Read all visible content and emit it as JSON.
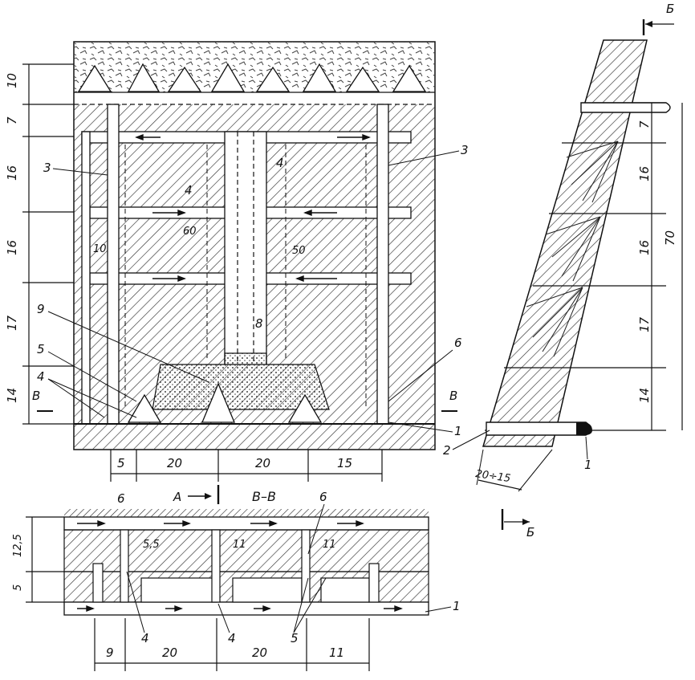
{
  "main_view": {
    "level_dims": [
      "10",
      "7",
      "16",
      "16",
      "17",
      "14"
    ],
    "bottom_dims": [
      "5",
      "20",
      "20",
      "15"
    ],
    "inner_dims": [
      "60",
      "10",
      "50"
    ],
    "callouts": [
      "3",
      "3",
      "4",
      "4",
      "9",
      "5",
      "4",
      "6",
      "1",
      "8"
    ],
    "section_mark_left": "В",
    "section_mark_right": "В",
    "section_arrow_label": "А"
  },
  "side_view": {
    "level_dims": [
      "7",
      "16",
      "16",
      "17",
      "14"
    ],
    "total_height": "70",
    "width_dim": "20÷15",
    "callouts": [
      "1",
      "2"
    ],
    "section_mark_top": "Б",
    "section_mark_bottom": "Б"
  },
  "section_view": {
    "title": "В–В",
    "left_dims": [
      "12,5",
      "5"
    ],
    "top_dims": [
      "5,5",
      "11",
      "11"
    ],
    "bottom_dims": [
      "9",
      "20",
      "20",
      "11"
    ],
    "callouts": [
      "6",
      "6",
      "4",
      "4",
      "5",
      "1"
    ]
  }
}
